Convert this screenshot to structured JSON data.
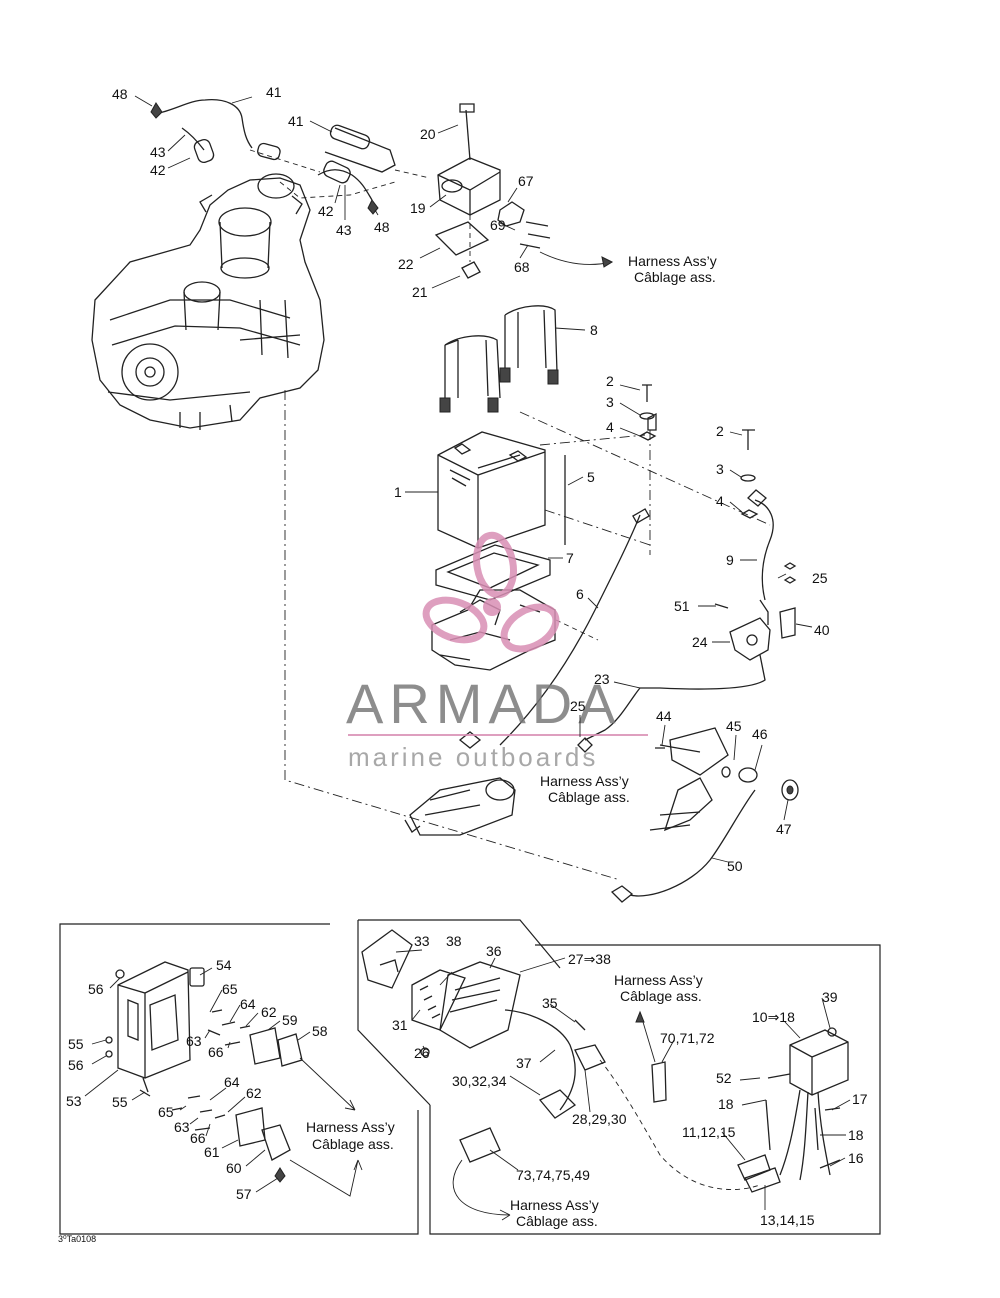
{
  "parts_diagram": {
    "figure_ref": "3⁰Ta0108",
    "harness_note": {
      "en": "Harness Ass’y",
      "fr": "Câblage ass."
    },
    "callouts": {
      "c48a": "48",
      "c41a": "41",
      "c43a": "43",
      "c42a": "42",
      "c41b": "41",
      "c20": "20",
      "c67": "67",
      "c19": "19",
      "c42b": "42",
      "c43b": "43",
      "c48b": "48",
      "c69": "69",
      "c22": "22",
      "c68": "68",
      "c21": "21",
      "c8": "8",
      "c2a": "2",
      "c3a": "3",
      "c4a": "4",
      "c2b": "2",
      "c3b": "3",
      "c4b": "4",
      "c1": "1",
      "c5": "5",
      "c7": "7",
      "c9": "9",
      "c25a": "25",
      "c6": "6",
      "c51": "51",
      "c40": "40",
      "c24": "24",
      "c23": "23",
      "c25b": "25",
      "c44": "44",
      "c45": "45",
      "c46": "46",
      "c47": "47",
      "c50": "50",
      "c54": "54",
      "c56a": "56",
      "c65a": "65",
      "c64a": "64",
      "c62a": "62",
      "c59": "59",
      "c58": "58",
      "c55a": "55",
      "c63a": "63",
      "c66a": "66",
      "c56b": "56",
      "c53": "53",
      "c55b": "55",
      "c65b": "65",
      "c64b": "64",
      "c62b": "62",
      "c63b": "63",
      "c66b": "66",
      "c61": "61",
      "c60": "60",
      "c57": "57",
      "c33": "33",
      "c38": "38",
      "c36": "36",
      "c27_38": "27⇒38",
      "c31": "31",
      "c35": "35",
      "c26": "26",
      "c37": "37",
      "c30_32_34": "30,32,34",
      "c28_29_30": "28,29,30",
      "c73_75_49": "73,74,75,49",
      "c70_72": "70,71,72",
      "c39": "39",
      "c10_18": "10⇒18",
      "c52": "52",
      "c18a": "18",
      "c17": "17",
      "c11_15": "11,12,15",
      "c18b": "18",
      "c16": "16",
      "c13_15": "13,14,15"
    }
  },
  "watermark": {
    "brand": "ARMADA",
    "tagline": "marine outboards",
    "color": "#d98fb4"
  }
}
